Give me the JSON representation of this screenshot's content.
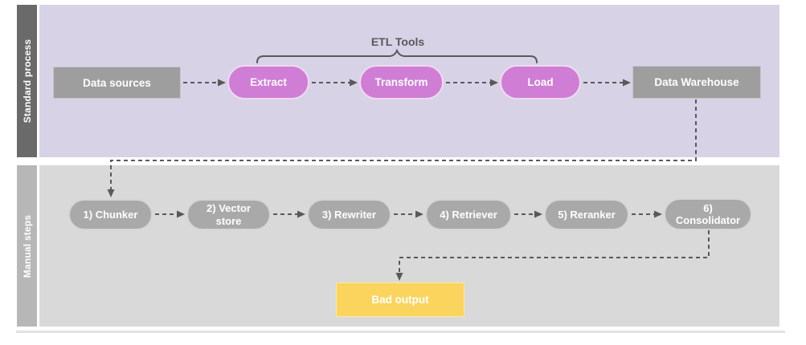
{
  "diagram": {
    "lanes": [
      {
        "label": "Standard process"
      },
      {
        "label": "Manual steps"
      }
    ],
    "standard_process": {
      "group_label": "ETL Tools",
      "nodes": [
        {
          "label": "Data sources",
          "shape": "rectangle"
        },
        {
          "label": "Extract",
          "shape": "pill"
        },
        {
          "label": "Transform",
          "shape": "pill"
        },
        {
          "label": "Load",
          "shape": "pill"
        },
        {
          "label": "Data Warehouse",
          "shape": "rectangle"
        }
      ]
    },
    "manual_steps": {
      "nodes": [
        {
          "label": "1) Chunker"
        },
        {
          "label": "2) Vector store"
        },
        {
          "label": "3) Rewriter"
        },
        {
          "label": "4) Retriever"
        },
        {
          "label": "5) Reranker"
        },
        {
          "label": "6) Consolidator"
        }
      ],
      "output": {
        "label": "Bad output"
      }
    },
    "edges": [
      {
        "from": "Data sources",
        "to": "Extract"
      },
      {
        "from": "Extract",
        "to": "Transform"
      },
      {
        "from": "Transform",
        "to": "Load"
      },
      {
        "from": "Load",
        "to": "Data Warehouse"
      },
      {
        "from": "Data Warehouse",
        "to": "1) Chunker"
      },
      {
        "from": "1) Chunker",
        "to": "2) Vector store"
      },
      {
        "from": "2) Vector store",
        "to": "3) Rewriter"
      },
      {
        "from": "3) Rewriter",
        "to": "4) Retriever"
      },
      {
        "from": "4) Retriever",
        "to": "5) Reranker"
      },
      {
        "from": "5) Reranker",
        "to": "6) Consolidator"
      },
      {
        "from": "6) Consolidator",
        "to": "Bad output"
      }
    ],
    "colors": {
      "standard_lane_bg": "#d8d2e7",
      "manual_lane_bg": "#d9d9d9",
      "standard_label_bar": "#6a6a6a",
      "manual_label_bar": "#b7b7b7",
      "etl_pill_fill": "#cf7dd5",
      "gray_node_fill": "#9e9e9e",
      "manual_pill_fill": "#a9a9a9",
      "bad_output_fill": "#fbd45e",
      "connector_stroke": "#595959"
    }
  }
}
